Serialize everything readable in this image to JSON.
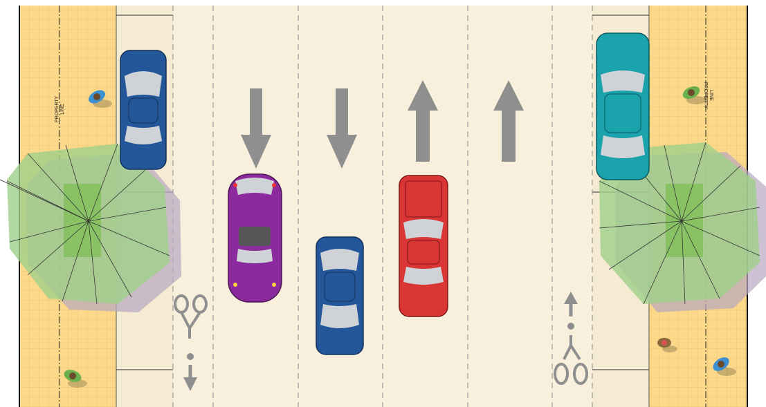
{
  "labels": {
    "property_line_line1": "PROPERTY",
    "property_line_line2": "LINE"
  },
  "lanes": [
    {
      "name": "bike-lane-west",
      "direction": "south",
      "marking": "bike"
    },
    {
      "name": "travel-lane-1",
      "direction": "south",
      "marking": "arrow"
    },
    {
      "name": "travel-lane-2",
      "direction": "south",
      "marking": "arrow"
    },
    {
      "name": "travel-lane-3",
      "direction": "north",
      "marking": "arrow"
    },
    {
      "name": "travel-lane-4",
      "direction": "north",
      "marking": "arrow"
    },
    {
      "name": "bike-lane-east",
      "direction": "north",
      "marking": "bike"
    }
  ],
  "vehicles": [
    {
      "name": "blue-sedan-parked-west",
      "color": "#23579a",
      "heading": "south"
    },
    {
      "name": "purple-beetle",
      "color": "#8b2a9c",
      "heading": "south"
    },
    {
      "name": "blue-sedan-lane2",
      "color": "#23579a",
      "heading": "south"
    },
    {
      "name": "red-pickup",
      "color": "#d93535",
      "heading": "north"
    },
    {
      "name": "teal-sedan-parked-east",
      "color": "#1aa3ad",
      "heading": "north"
    }
  ],
  "colors": {
    "sidewalk": "#fcd98a",
    "sidewalk_grid": "#e8c06a",
    "road": "#f8efdc",
    "lane_line": "#9a9a9a",
    "arrow": "#8f8f8f",
    "tree_canopy": "#9fd08a",
    "tree_shadow": "#b8a8c0",
    "tree_pit": "#7fbf5a"
  },
  "pedestrians": [
    {
      "name": "pedestrian-nw",
      "shirt": "#3c8fd0"
    },
    {
      "name": "pedestrian-sw",
      "shirt": "#6ab04c"
    },
    {
      "name": "pedestrian-ne",
      "shirt": "#6ab04c"
    },
    {
      "name": "pedestrian-se-1",
      "shirt": "#d9534f"
    },
    {
      "name": "pedestrian-se-2",
      "shirt": "#3c8fd0"
    }
  ]
}
